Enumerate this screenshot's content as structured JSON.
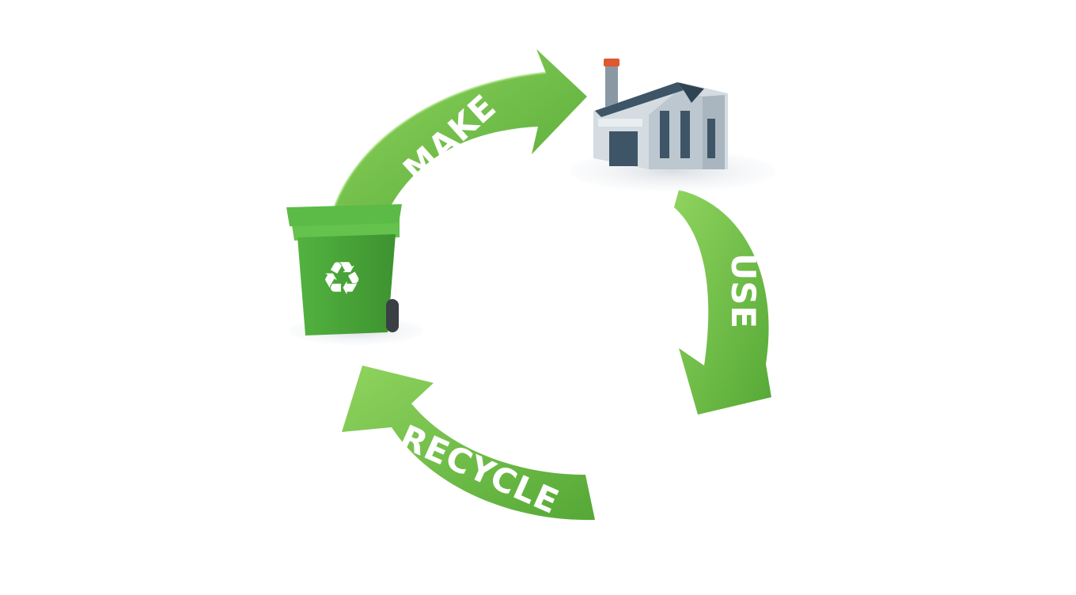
{
  "diagram": {
    "stages": [
      {
        "id": "make",
        "label": "MAKE"
      },
      {
        "id": "use",
        "label": "USE"
      },
      {
        "id": "recycle",
        "label": "RECYCLE"
      }
    ],
    "objects": {
      "factory": {
        "icon": "factory-icon"
      },
      "bin": {
        "icon": "recycling-bin-icon",
        "symbol": "♻"
      }
    },
    "colors": {
      "arrow": "#6cbf45",
      "arrow_light": "#8fd45e",
      "arrow_dark": "#4f9a31",
      "bin": "#4fae3c",
      "bin_dark": "#3b8c2c",
      "factory_wall": "#c9d2d9",
      "factory_roof": "#3d5566",
      "chimney_cap": "#e0582f"
    }
  }
}
